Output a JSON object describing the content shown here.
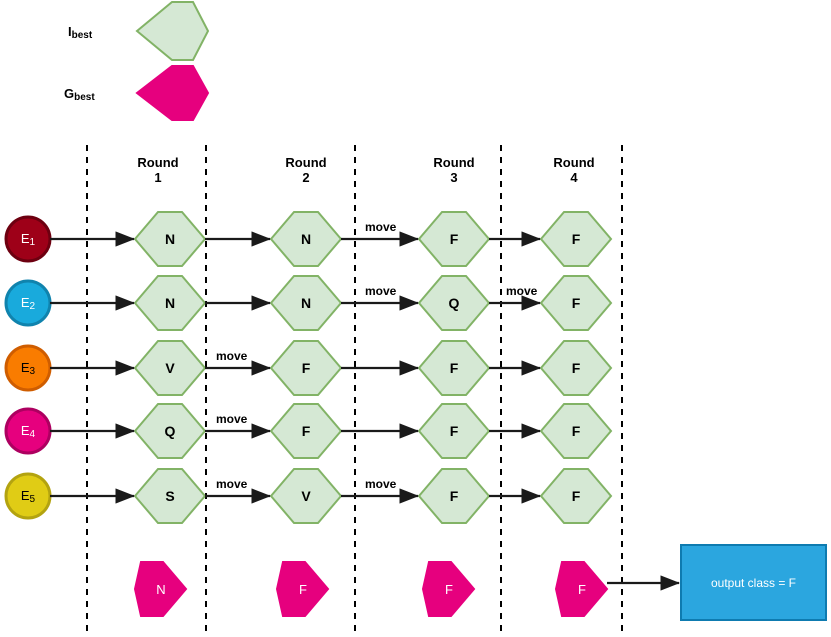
{
  "legend": {
    "items": [
      {
        "name": "ibest",
        "label": "I",
        "subscript": "best",
        "shape": "hexagon",
        "fill": "#d5e8d4",
        "stroke": "#82b366"
      },
      {
        "name": "gbest",
        "label": "G",
        "subscript": "best",
        "shape": "hexagon",
        "fill": "#e6007e",
        "stroke": "#e6007e"
      }
    ]
  },
  "rounds": [
    {
      "label": "Round",
      "number": "1"
    },
    {
      "label": "Round",
      "number": "2"
    },
    {
      "label": "Round",
      "number": "3"
    },
    {
      "label": "Round",
      "number": "4"
    }
  ],
  "agents": [
    {
      "label": "E",
      "subscript": "1",
      "fill": "#9e0018",
      "stroke": "#6d0010",
      "text_color": "#ffffff"
    },
    {
      "label": "E",
      "subscript": "2",
      "fill": "#19aadc",
      "stroke": "#1083ad",
      "text_color": "#ffffff"
    },
    {
      "label": "E",
      "subscript": "3",
      "fill": "#f97c00",
      "stroke": "#cf5d00",
      "text_color": "#000000"
    },
    {
      "label": "E",
      "subscript": "4",
      "fill": "#e6007e",
      "stroke": "#ad0060",
      "text_color": "#ffffff"
    },
    {
      "label": "E",
      "subscript": "5",
      "fill": "#e0cc15",
      "stroke": "#b3a310",
      "text_color": "#000000"
    }
  ],
  "grid": {
    "rows": [
      {
        "agent": "E1",
        "cells": [
          "N",
          "N",
          "F",
          "F"
        ],
        "move_labels": [
          "",
          "move",
          ""
        ]
      },
      {
        "agent": "E2",
        "cells": [
          "N",
          "N",
          "Q",
          "F"
        ],
        "move_labels": [
          "",
          "move",
          "move"
        ]
      },
      {
        "agent": "E3",
        "cells": [
          "V",
          "F",
          "F",
          "F"
        ],
        "move_labels": [
          "move",
          "",
          ""
        ]
      },
      {
        "agent": "E4",
        "cells": [
          "Q",
          "F",
          "F",
          "F"
        ],
        "move_labels": [
          "move",
          "",
          ""
        ]
      },
      {
        "agent": "E5",
        "cells": [
          "S",
          "V",
          "F",
          "F"
        ],
        "move_labels": [
          "move",
          "move",
          ""
        ]
      }
    ]
  },
  "gbest_row": {
    "cells": [
      "N",
      "F",
      "F",
      "F"
    ]
  },
  "output": {
    "text": "output class = F",
    "fill": "#2ba6df",
    "stroke": "#0e7bb0",
    "text_color": "#ffffff"
  },
  "colors": {
    "node_fill": "#d5e8d4",
    "node_stroke": "#82b366",
    "gbest_fill": "#e6007e",
    "arrow": "#1a1a1a",
    "divider": "#000000"
  },
  "move_label_text": "move"
}
